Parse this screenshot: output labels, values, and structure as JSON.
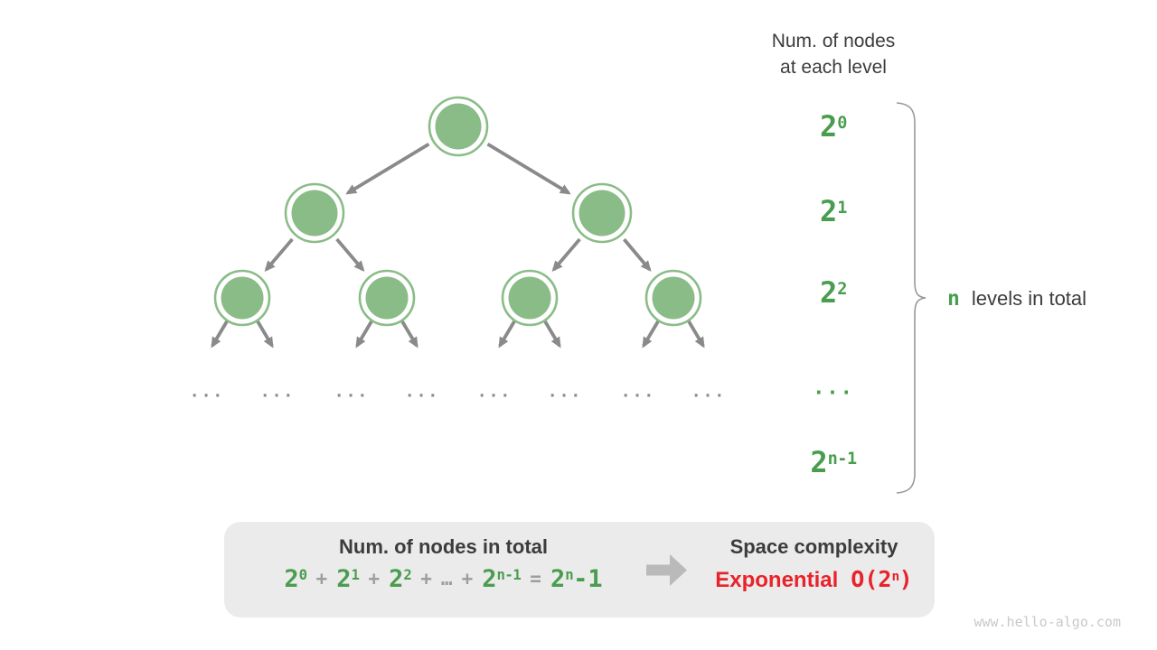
{
  "colors": {
    "node_fill": "#8abc87",
    "node_ring": "#8abc87",
    "edge": "#8a8a8a",
    "green_text": "#4a9d4f",
    "dark_text": "#3c3c3c",
    "op_gray": "#9e9e9e",
    "box_bg": "#ebebeb",
    "big_arrow": "#bababa",
    "red": "#e8232b",
    "brace": "#999999",
    "watermark": "#c9c9c9"
  },
  "right_panel": {
    "title_line1": "Num. of nodes",
    "title_line2": "at each level",
    "levels": [
      {
        "base": "2",
        "exp": "0"
      },
      {
        "base": "2",
        "exp": "1"
      },
      {
        "base": "2",
        "exp": "2"
      },
      {
        "dots": "..."
      },
      {
        "base": "2",
        "exp": "n-1"
      }
    ],
    "brace_var": "n",
    "brace_text": "levels in total"
  },
  "tree": {
    "levels_shown_node_counts": [
      1,
      2,
      4
    ],
    "leaf_ellipsis": "..."
  },
  "summary_box": {
    "left_title": "Num. of nodes in total",
    "formula": [
      {
        "base": "2",
        "exp": "0"
      },
      {
        "op": "+"
      },
      {
        "base": "2",
        "exp": "1"
      },
      {
        "op": "+"
      },
      {
        "base": "2",
        "exp": "2"
      },
      {
        "op": "+"
      },
      {
        "op": "…"
      },
      {
        "op": "+"
      },
      {
        "base": "2",
        "exp": "n-1"
      },
      {
        "op": "="
      },
      {
        "base": "2",
        "exp": "n",
        "suffix": "-1"
      }
    ],
    "right_title": "Space complexity",
    "complexity_word": "Exponential",
    "complexity_prefix": "O(2",
    "complexity_exp": "n",
    "complexity_suffix": ")"
  },
  "page": {
    "watermark": "www.hello-algo.com"
  }
}
